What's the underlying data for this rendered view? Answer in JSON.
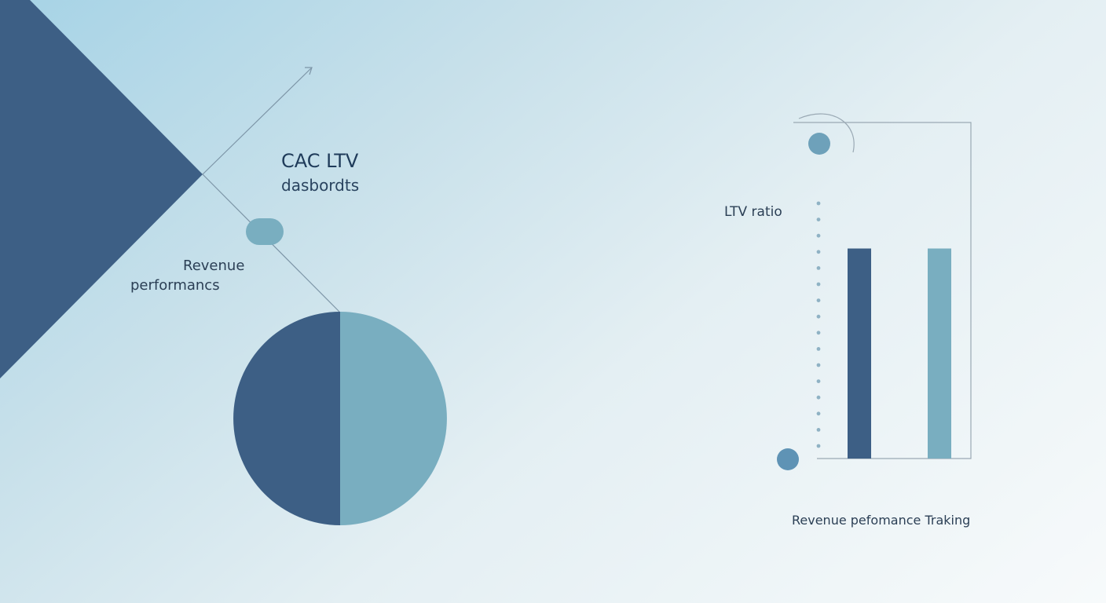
{
  "labels": {
    "title_line1": "CAC LTV",
    "title_line2": "dasbordts",
    "revenue_line1": "Revenue",
    "revenue_line2": "performancs",
    "ltv_ratio": "LTV ratio",
    "tracking": "Revenue pefomance Traking"
  },
  "colors": {
    "dark_blue": "#3d5f85",
    "light_blue": "#79aec0",
    "accent_blue": "#6ea1ba",
    "line_gray": "#9aa9b4"
  },
  "chart_data": [
    {
      "type": "pie",
      "values": [
        50,
        50
      ],
      "colors": [
        "#3d5f85",
        "#79aec0"
      ]
    },
    {
      "type": "bar",
      "values": [
        1,
        1
      ],
      "ylim": [
        0,
        1.6
      ],
      "ylabel": "LTV ratio",
      "xlabel": "Revenue pefomance Traking",
      "colors": [
        "#3d5f85",
        "#79aec0"
      ]
    }
  ]
}
